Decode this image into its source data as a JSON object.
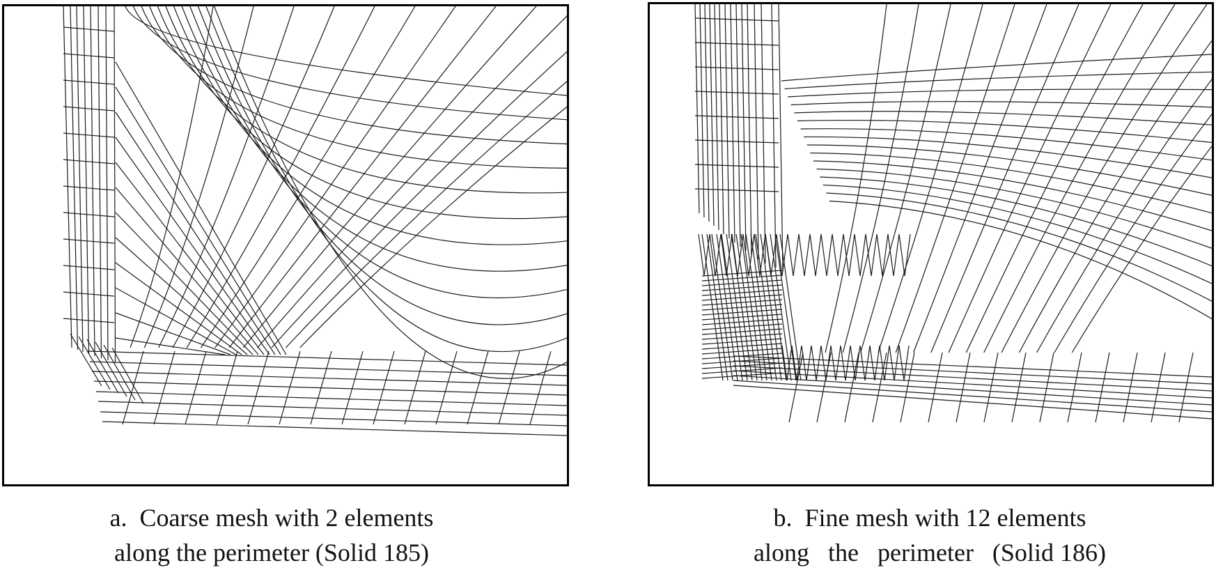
{
  "panels": [
    {
      "id": "a",
      "caption_line1": "a.  Coarse mesh with 2 elements",
      "caption_line2": "along the perimeter (Solid 185)"
    },
    {
      "id": "b",
      "caption_line1": "b.  Fine mesh with 12 elements",
      "caption_line2": "along   the   perimeter   (Solid 186)"
    }
  ]
}
